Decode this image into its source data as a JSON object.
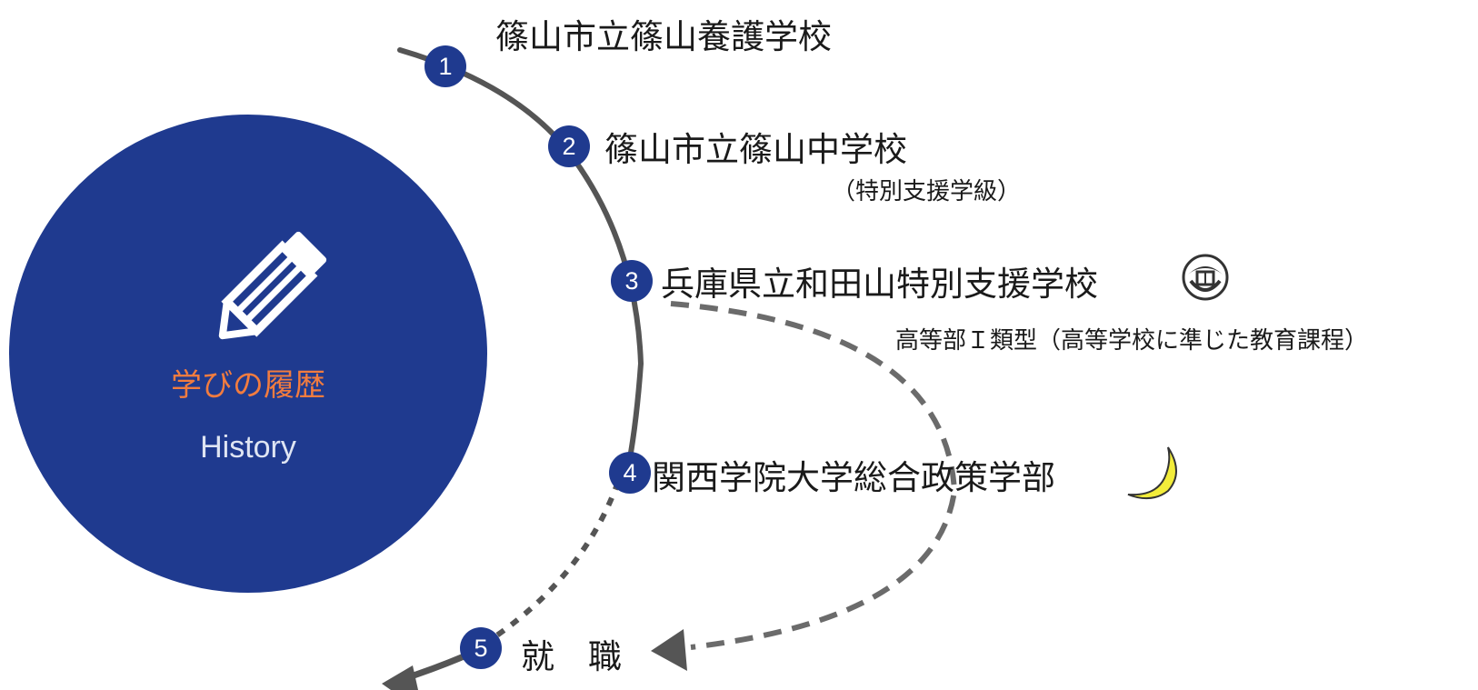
{
  "hub": {
    "title": "学びの履歴",
    "subtitle": "History"
  },
  "steps": [
    {
      "number": "1",
      "label": "篠山市立篠山養護学校"
    },
    {
      "number": "2",
      "label": "篠山市立篠山中学校",
      "note": "（特別支援学級）"
    },
    {
      "number": "3",
      "label": "兵庫県立和田山特別支援学校",
      "note": "高等部Ｉ類型（高等学校に準じた教育課程）"
    },
    {
      "number": "4",
      "label": "関西学院大学総合政策学部"
    },
    {
      "number": "5",
      "label": "就　職"
    }
  ],
  "colors": {
    "hub": "#1f3a8f",
    "hub_title": "#f27c3f",
    "path_line": "#555555",
    "dashed_line": "#6b6b6b"
  },
  "icons": {
    "hub": "pencil-icon",
    "step3": "school-emblem-icon",
    "step4": "crescent-moon-icon"
  }
}
